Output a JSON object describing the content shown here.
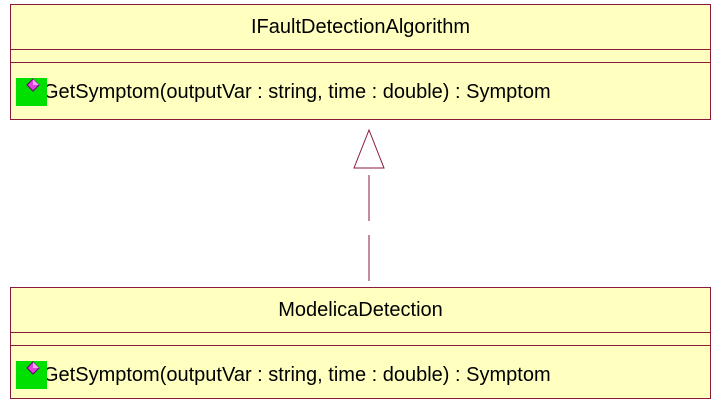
{
  "diagram": {
    "interface_class": {
      "name": "IFaultDetectionAlgorithm",
      "operations": [
        {
          "signature": "GetSymptom(outputVar : string, time : double) : Symptom",
          "icon": "public-operation-icon"
        }
      ]
    },
    "implementing_class": {
      "name": "ModelicaDetection",
      "operations": [
        {
          "signature": "GetSymptom(outputVar : string, time : double) : Symptom",
          "icon": "public-operation-icon"
        }
      ]
    },
    "relationship": {
      "type": "realization",
      "from": "ModelicaDetection",
      "to": "IFaultDetectionAlgorithm"
    },
    "colors": {
      "box_fill": "#ffffc0",
      "box_border": "#8b1a3a",
      "icon_background": "#00e000",
      "icon_diamond": "#e040e0"
    }
  }
}
